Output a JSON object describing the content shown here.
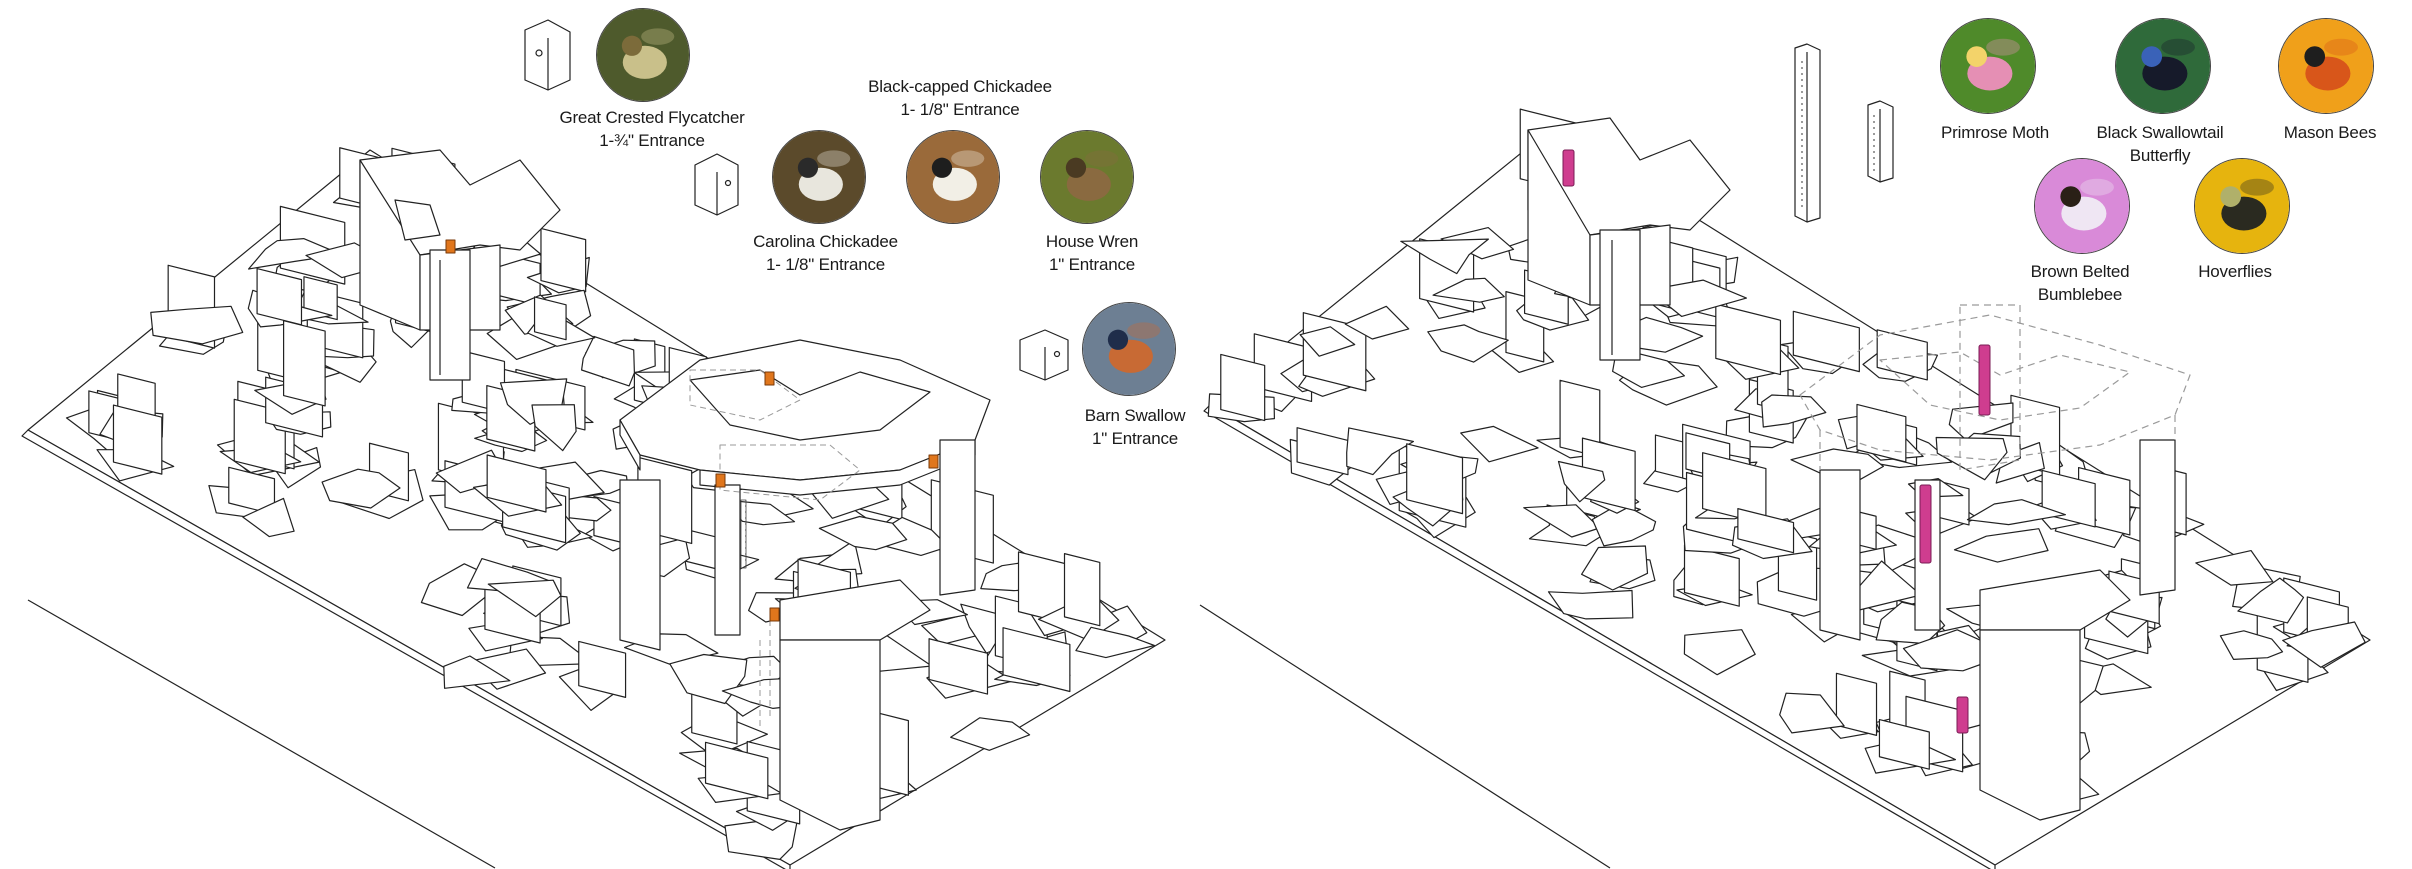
{
  "birds": [
    {
      "name": "Great Crested Flycatcher",
      "entrance": "1-¾\" Entrance",
      "icon": "flycatcher-photo",
      "colors": [
        "#4e5a2c",
        "#c9c08a",
        "#7c6b3a"
      ]
    },
    {
      "name": "Carolina Chickadee",
      "entrance": "1- 1/8\" Entrance",
      "icon": "carolina-chickadee-photo",
      "colors": [
        "#5b4a2b",
        "#e8e6dd",
        "#2a2a2a"
      ]
    },
    {
      "name": "Black-capped Chickadee",
      "entrance": "1- 1/8\" Entrance",
      "icon": "black-capped-chickadee-photo",
      "colors": [
        "#9a6a3a",
        "#f2efe6",
        "#1e1e1e"
      ]
    },
    {
      "name": "House Wren",
      "entrance": "1\" Entrance",
      "icon": "house-wren-photo",
      "colors": [
        "#6b7a2e",
        "#8a6a40",
        "#4a3a22"
      ]
    },
    {
      "name": "Barn Swallow",
      "entrance": "1\" Entrance",
      "icon": "barn-swallow-photo",
      "colors": [
        "#6d7f93",
        "#c86a34",
        "#1f2d4a"
      ]
    }
  ],
  "pollinators": [
    {
      "name": "Primrose Moth",
      "subname": "",
      "icon": "primrose-moth-photo",
      "colors": [
        "#4f8a2a",
        "#e58fb4",
        "#f3d36a"
      ]
    },
    {
      "name": "Black Swallowtail",
      "subname": "Butterfly",
      "icon": "black-swallowtail-photo",
      "colors": [
        "#2f6a3a",
        "#161a2a",
        "#3a62b8"
      ]
    },
    {
      "name": "Mason Bees",
      "subname": "",
      "icon": "mason-bee-photo",
      "colors": [
        "#f0a01a",
        "#d8561a",
        "#1e1e1e"
      ]
    },
    {
      "name": "Brown Belted",
      "subname": "Bumblebee",
      "icon": "bumblebee-photo",
      "colors": [
        "#d98ad8",
        "#efe6f3",
        "#2a2016"
      ]
    },
    {
      "name": "Hoverflies",
      "subname": "",
      "icon": "hoverfly-photo",
      "colors": [
        "#e6b40e",
        "#2a2a20",
        "#b0b06a"
      ]
    }
  ],
  "colors": {
    "line": "#222222",
    "bird_marker": "#e0761c",
    "pollinator_tube": "#cf3d8f",
    "ghost_line": "#9a9a9a"
  }
}
